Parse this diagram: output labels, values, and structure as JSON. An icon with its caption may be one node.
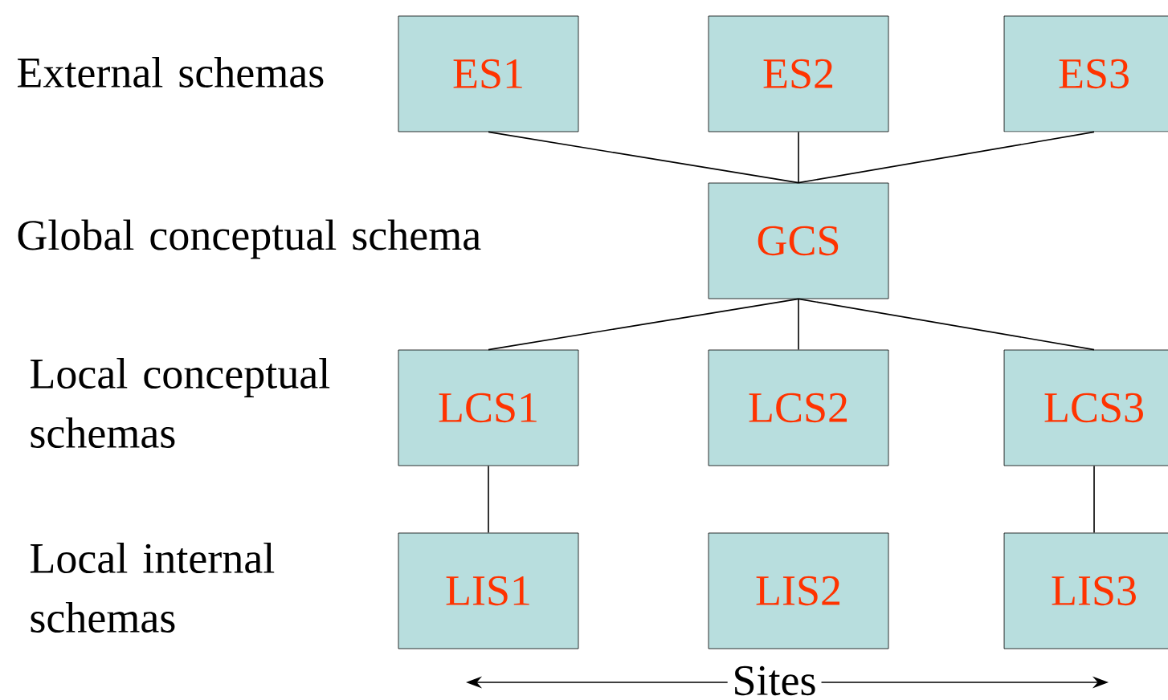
{
  "diagram": {
    "nodes": [
      {
        "text": [
          "ES1"
        ]
      },
      {
        "text": [
          "ES2"
        ]
      },
      {
        "text": [
          "ES3"
        ]
      },
      {
        "text": [
          "GCS"
        ]
      },
      {
        "text": [
          "LCS1"
        ]
      },
      {
        "text": [
          "LCS2"
        ]
      },
      {
        "text": [
          "LCS3"
        ]
      },
      {
        "text": [
          "LIS1"
        ]
      },
      {
        "text": [
          "LIS2"
        ]
      },
      {
        "text": [
          "LIS3"
        ]
      }
    ],
    "edges": [
      {
        "from": 0,
        "to": 3,
        "arrow": "none"
      },
      {
        "from": 1,
        "to": 3,
        "arrow": "none"
      },
      {
        "from": 2,
        "to": 3,
        "arrow": "none"
      },
      {
        "from": 3,
        "to": 4,
        "arrow": "none"
      },
      {
        "from": 3,
        "to": 5,
        "arrow": "none"
      },
      {
        "from": 3,
        "to": 6,
        "arrow": "none"
      },
      {
        "from": 4,
        "to": 7,
        "arrow": "none"
      },
      {
        "from": 6,
        "to": 9,
        "arrow": "none"
      }
    ],
    "labels": [
      "External schemas",
      "Global conceptual schema",
      "Local conceptual schemas",
      "Local internal schemas",
      "Sites"
    ]
  }
}
